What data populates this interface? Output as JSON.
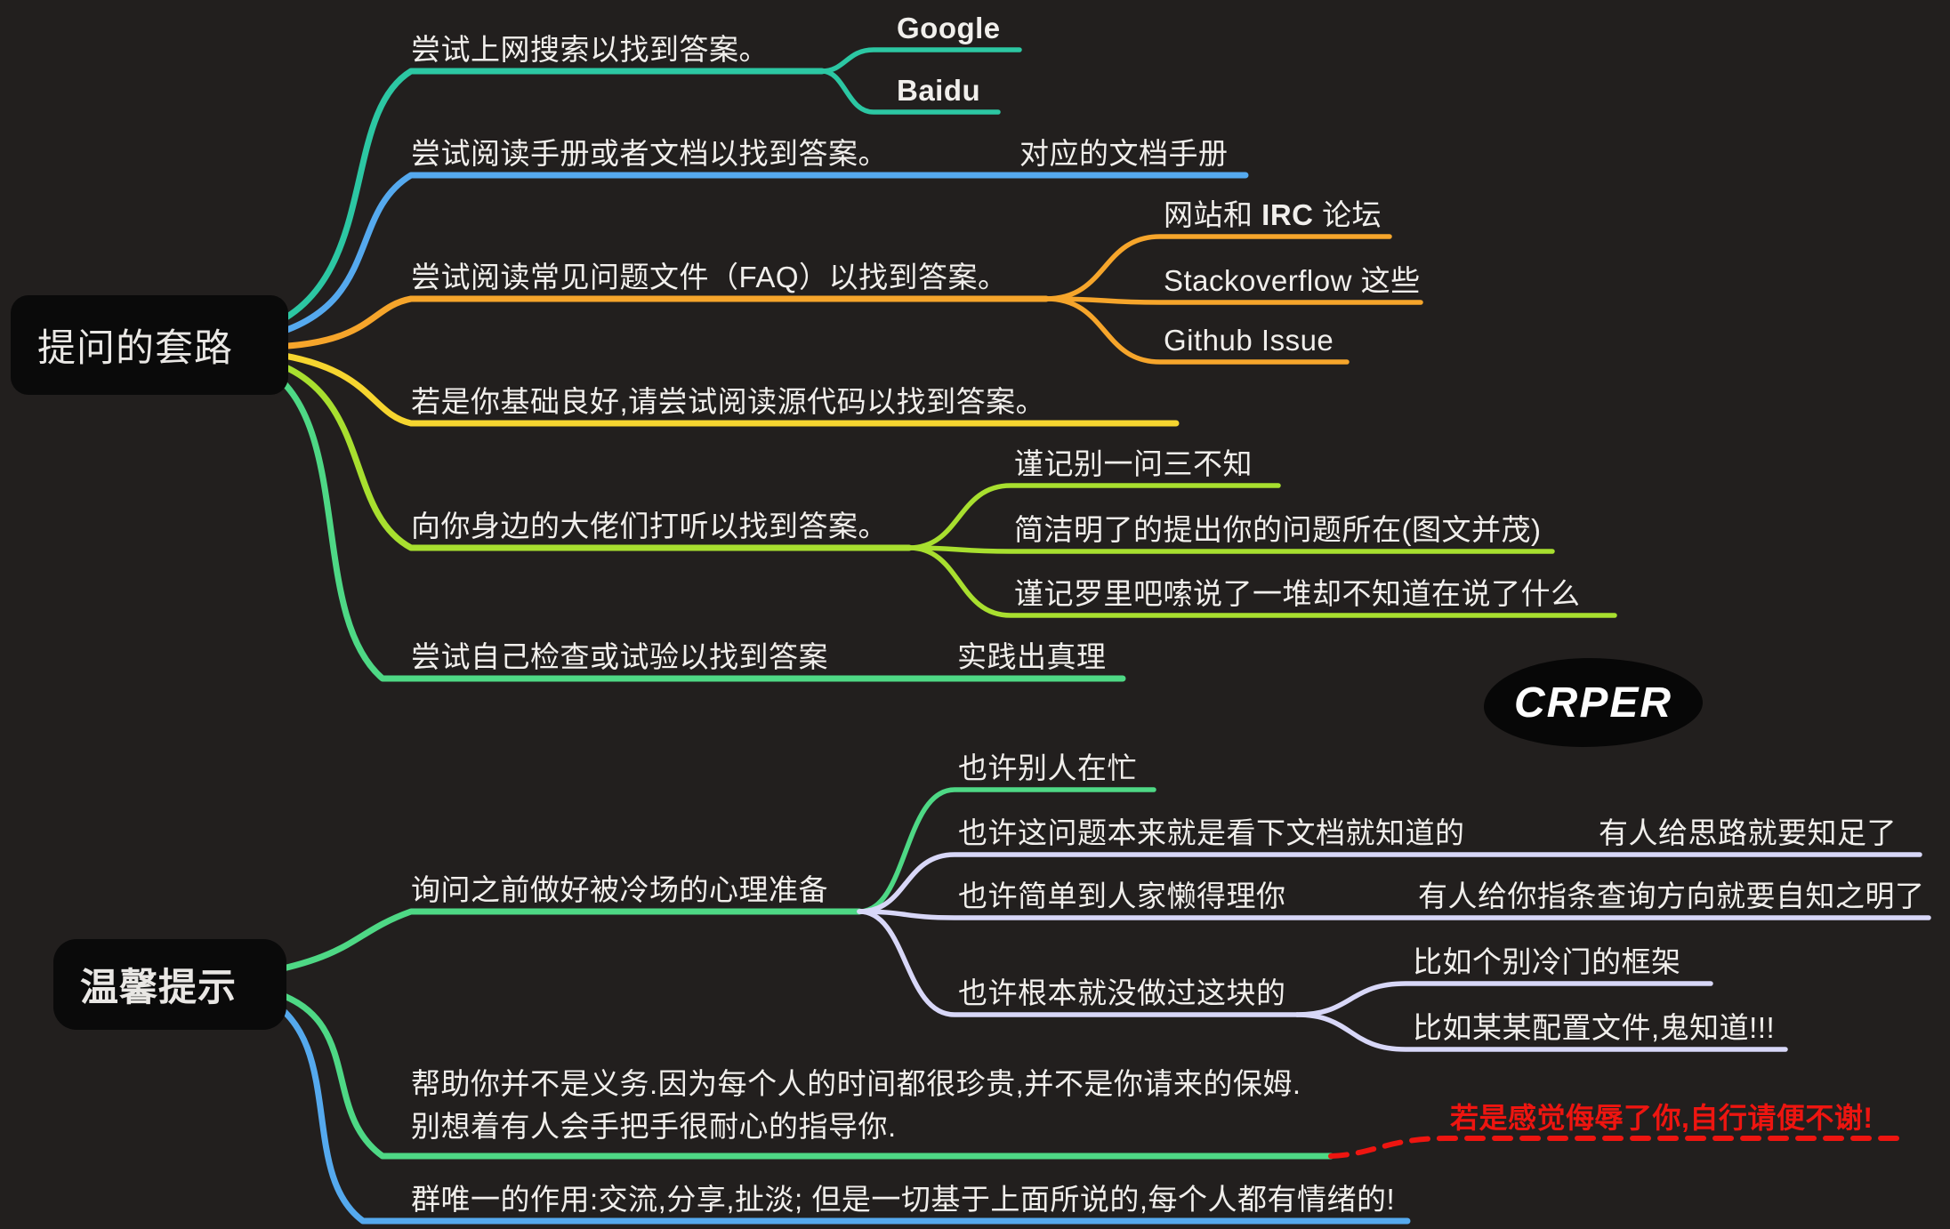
{
  "colors": {
    "background": "#221f1e",
    "node_background": "#0a0a0a",
    "text": "#f1efec",
    "teal": "#2cc7a3",
    "blue": "#55a9ee",
    "orange": "#f6a52b",
    "yellow": "#f6d52f",
    "lime": "#a8df2f",
    "green": "#4ed885",
    "lavender": "#d8d7f8",
    "red": "#ee1510"
  },
  "map": {
    "ask": {
      "root": "提问的套路",
      "search": {
        "label": "尝试上网搜索以找到答案。",
        "google": "Google",
        "baidu": "Baidu"
      },
      "manual": {
        "label": "尝试阅读手册或者文档以找到答案。",
        "doc": "对应的文档手册"
      },
      "faq": {
        "label": "尝试阅读常见问题文件（FAQ）以找到答案。",
        "irc_pre": "网站和 ",
        "irc_bold": "IRC",
        "irc_post": " 论坛",
        "stackoverflow": "Stackoverflow 这些",
        "github": "Github Issue"
      },
      "source": {
        "label": "若是你基础良好,请尝试阅读源代码以找到答案。"
      },
      "mentor": {
        "label": "向你身边的大佬们打听以找到答案。",
        "c1": "谨记别一问三不知",
        "c2": "简洁明了的提出你的问题所在(图文并茂)",
        "c3": "谨记罗里吧嗦说了一堆却不知道在说了什么"
      },
      "diy": {
        "label": "尝试自己检查或试验以找到答案",
        "c1": "实践出真理"
      }
    },
    "watermark": "CRPER",
    "tips": {
      "root": "温馨提示",
      "cold": {
        "label": "询问之前做好被冷场的心理准备",
        "busy": "也许别人在忙",
        "docs": "也许这问题本来就是看下文档就知道的",
        "docs_child": "有人给思路就要知足了",
        "simple": "也许简单到人家懒得理你",
        "simple_child": "有人给你指条查询方向就要自知之明了",
        "never": "也许根本就没做过这块的",
        "never_c1": "比如个别冷门的框架",
        "never_c2": "比如某某配置文件,鬼知道!!!"
      },
      "duty": {
        "line1": "帮助你并不是义务.因为每个人的时间都很珍贵,并不是你请来的保姆.",
        "line2": "别想着有人会手把手很耐心的指导你.",
        "note": "若是感觉侮辱了你,自行请便不谢!"
      },
      "group": {
        "label": "群唯一的作用:交流,分享,扯淡; 但是一切基于上面所说的,每个人都有情绪的!"
      }
    }
  }
}
